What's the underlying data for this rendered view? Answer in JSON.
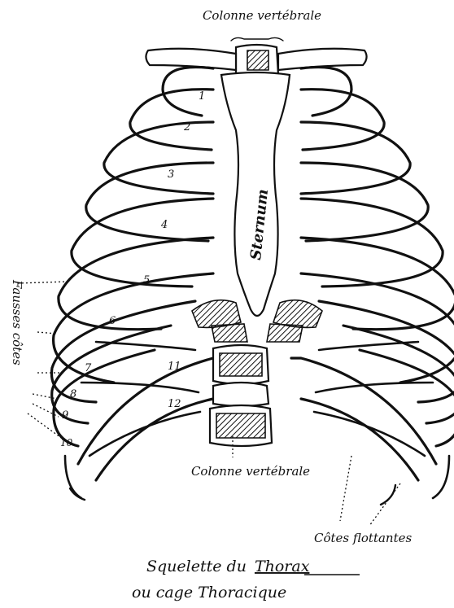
{
  "labels": {
    "top_spine": "Colonne vertébrale",
    "sternum": "Sternum",
    "bottom_spine": "Colonne vertébrale",
    "false_ribs": "Fausses côtes",
    "floating_ribs": "Côtes flottantes",
    "caption_line1_prefix": "Squelette du",
    "caption_line1_emph": "Thorax",
    "caption_line2": "ou cage Thoracique"
  },
  "rib_numbers": [
    "1",
    "2",
    "3",
    "4",
    "5",
    "6",
    "7",
    "8",
    "9",
    "10",
    "11",
    "12"
  ]
}
